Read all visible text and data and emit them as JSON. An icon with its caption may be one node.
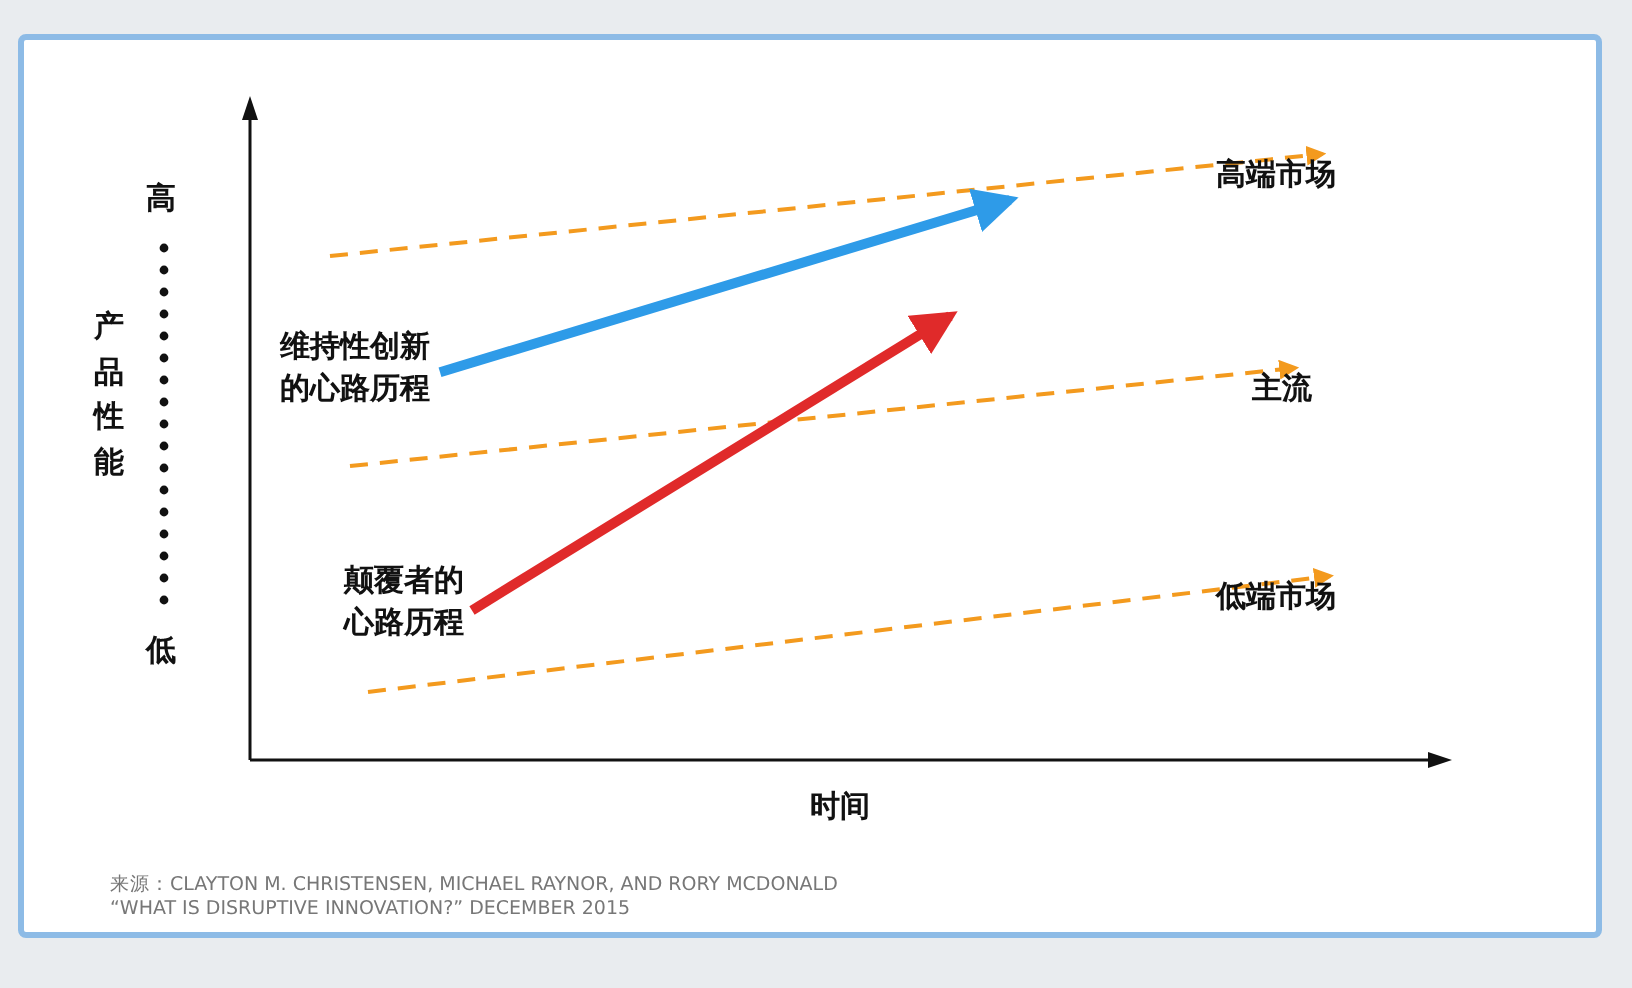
{
  "diagram": {
    "nodes": [
      {
        "text": [
          "维持性创新的心路历程"
        ]
      },
      {
        "text": [
          "颠覆者的心路历程"
        ]
      },
      {
        "text": [
          "高端市场"
        ]
      },
      {
        "text": [
          "主流"
        ]
      },
      {
        "text": [
          "低端市场"
        ]
      }
    ],
    "edges": [
      {
        "from": null,
        "to": 2,
        "arrow": "to",
        "style": "dashed"
      },
      {
        "from": null,
        "to": 3,
        "arrow": "to",
        "style": "dashed"
      },
      {
        "from": null,
        "to": 4,
        "arrow": "to",
        "style": "dashed"
      },
      {
        "from": 0,
        "to": null,
        "arrow": "to",
        "style": "thick",
        "color": "#2e9be8"
      },
      {
        "from": 1,
        "to": null,
        "arrow": "to",
        "style": "thick",
        "color": "#e02a2a"
      }
    ],
    "labels": [
      "高",
      "产品性能",
      "低",
      "时间",
      "来源：CLAYTON M. CHRISTENSEN, MICHAEL RAYNOR, AND RORY MCDONALD",
      "“WHAT IS DISRUPTIVE INNOVATION?” DECEMBER 2015"
    ]
  }
}
